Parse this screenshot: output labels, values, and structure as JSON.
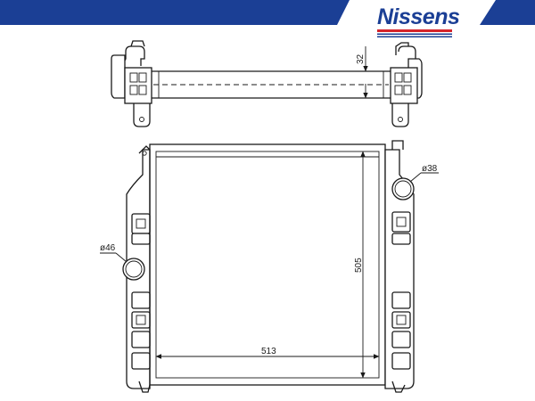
{
  "brand": {
    "name": "Nissens",
    "color": "#1b3f95",
    "accent_color": "#d5232b"
  },
  "dimensions": {
    "hose_top": "32",
    "core_width": "513",
    "core_height": "505",
    "inlet_diameter": "ø38",
    "outlet_diameter": "ø46"
  }
}
